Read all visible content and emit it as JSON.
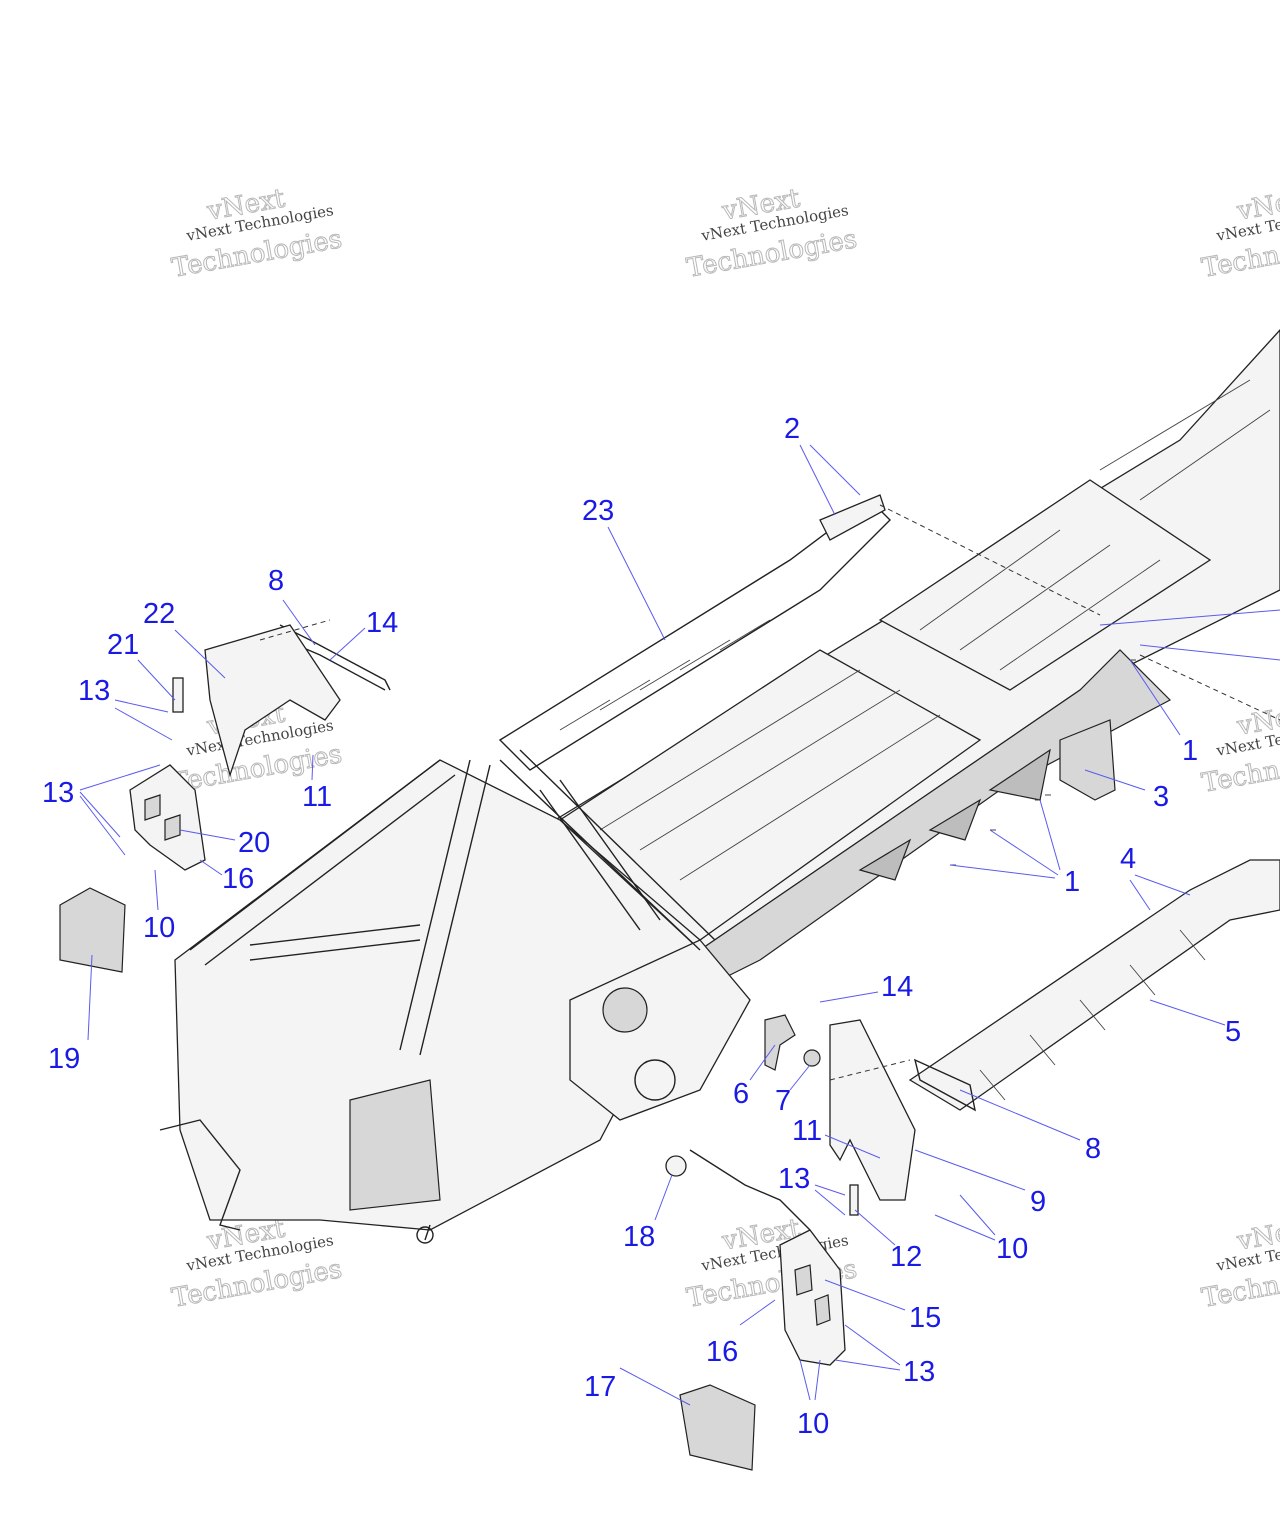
{
  "watermark": {
    "line1": "vNext",
    "line2": "vNext Technologies",
    "line3": "Technologies"
  },
  "callouts": {
    "c1a": "1",
    "c1b": "1",
    "c2": "2",
    "c3": "3",
    "c4": "4",
    "c5": "5",
    "c6": "6",
    "c7": "7",
    "c8a": "8",
    "c8b": "8",
    "c9": "9",
    "c10a": "10",
    "c10b": "10",
    "c10c": "10",
    "c11a": "11",
    "c11b": "11",
    "c12": "12",
    "c13a": "13",
    "c13b": "13",
    "c13c": "13",
    "c13d": "13",
    "c14a": "14",
    "c14b": "14",
    "c15": "15",
    "c16a": "16",
    "c16b": "16",
    "c17": "17",
    "c18": "18",
    "c19": "19",
    "c20": "20",
    "c21": "21",
    "c22": "22",
    "c23": "23"
  },
  "colors": {
    "callout": "#1a1ae6",
    "leader": "#5a5af0",
    "line_art": "#222222",
    "shade": "#bdbdbd"
  }
}
